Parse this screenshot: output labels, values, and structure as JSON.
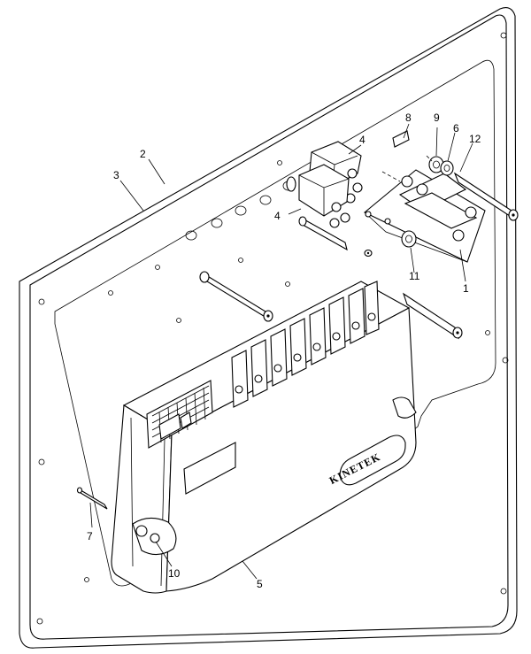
{
  "diagram": {
    "brand_text": "KINETEK",
    "callouts": {
      "c1": "1",
      "c2": "2",
      "c3": "3",
      "c4a": "4",
      "c4b": "4",
      "c5": "5",
      "c6": "6",
      "c7": "7",
      "c8": "8",
      "c9": "9",
      "c10": "10",
      "c11": "11",
      "c12": "12"
    }
  }
}
